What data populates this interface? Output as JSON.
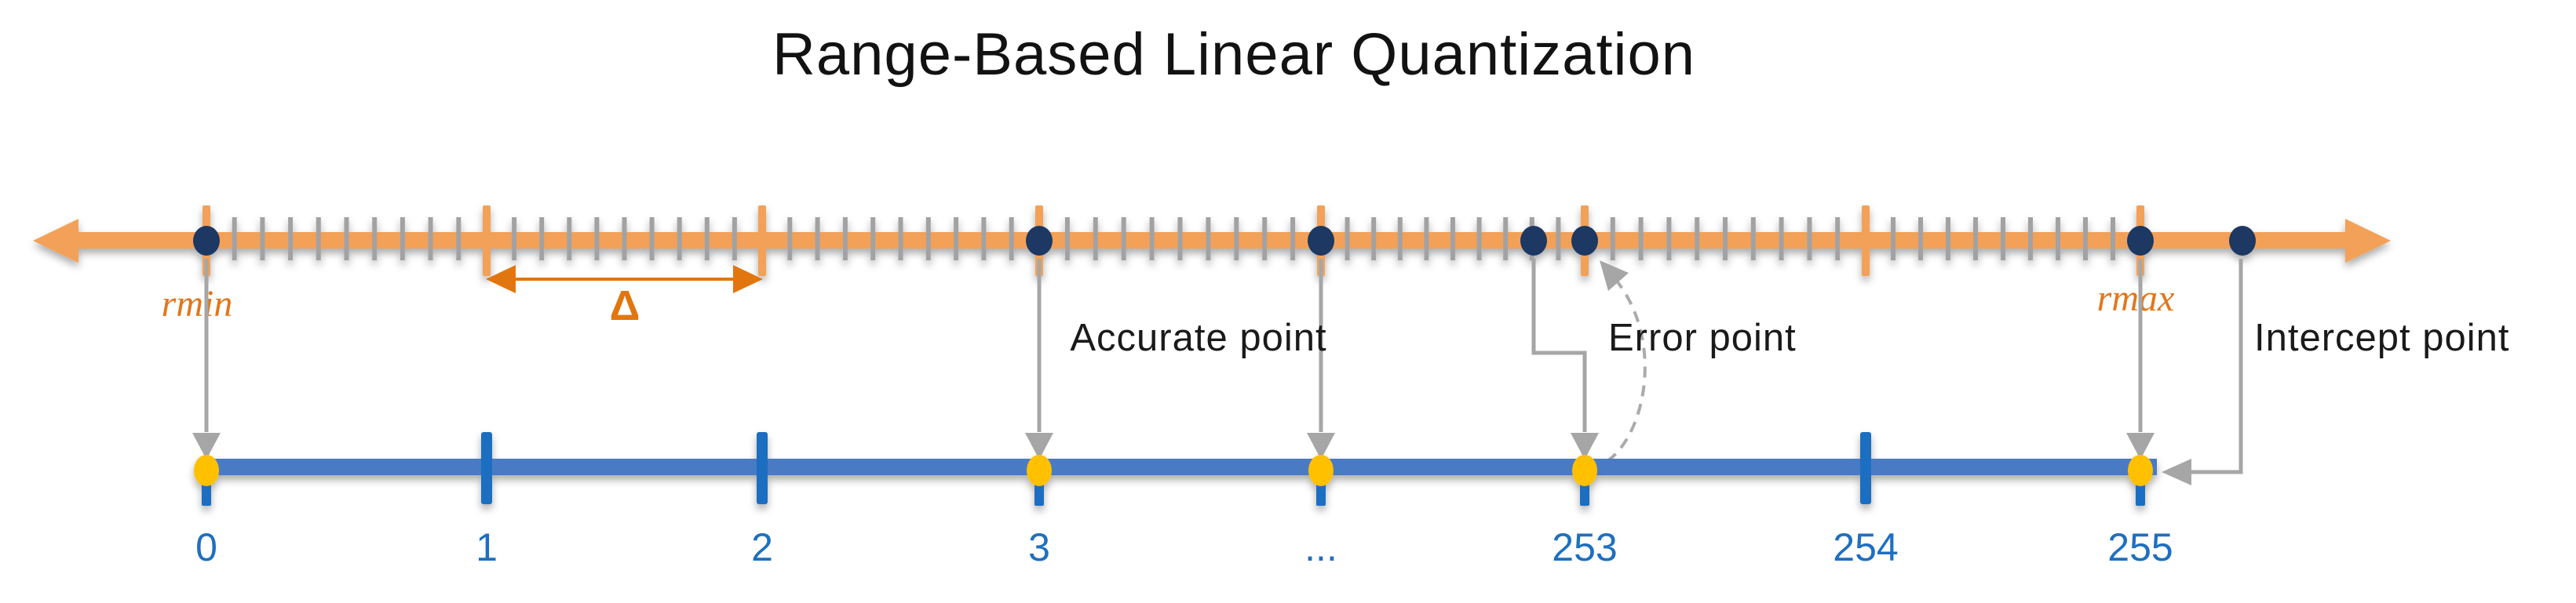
{
  "title": "Range-Based Linear Quantization",
  "real_axis": {
    "min_label": "rmin",
    "max_label": "rmax",
    "delta_label": "Δ",
    "marked_points": [
      "rmin",
      "accurate",
      "mid-ellipsis",
      "error",
      "error-grid",
      "rmax",
      "intercept"
    ]
  },
  "quant_axis": {
    "tick_labels": [
      "0",
      "1",
      "2",
      "3",
      "...",
      "253",
      "254",
      "255"
    ]
  },
  "annotations": {
    "accurate_label": "Accurate point",
    "error_label": "Error point",
    "intercept_label": "Intercept point"
  },
  "colors": {
    "orange_band": "#F3A159",
    "orange_dark": "#E2760E",
    "range_label_orange": "#E2761B",
    "navy_dot": "#1F3864",
    "yellow_dot": "#FFC000",
    "blue_band": "#4A7AC4",
    "blue_tick": "#1D6EC1",
    "blue_text": "#1E6FC0",
    "gray_arrow": "#A6A6A6",
    "minor_tick_gray": "#A2A2A4",
    "title_color": "#121212",
    "annotation_color": "#1A1A1A"
  }
}
